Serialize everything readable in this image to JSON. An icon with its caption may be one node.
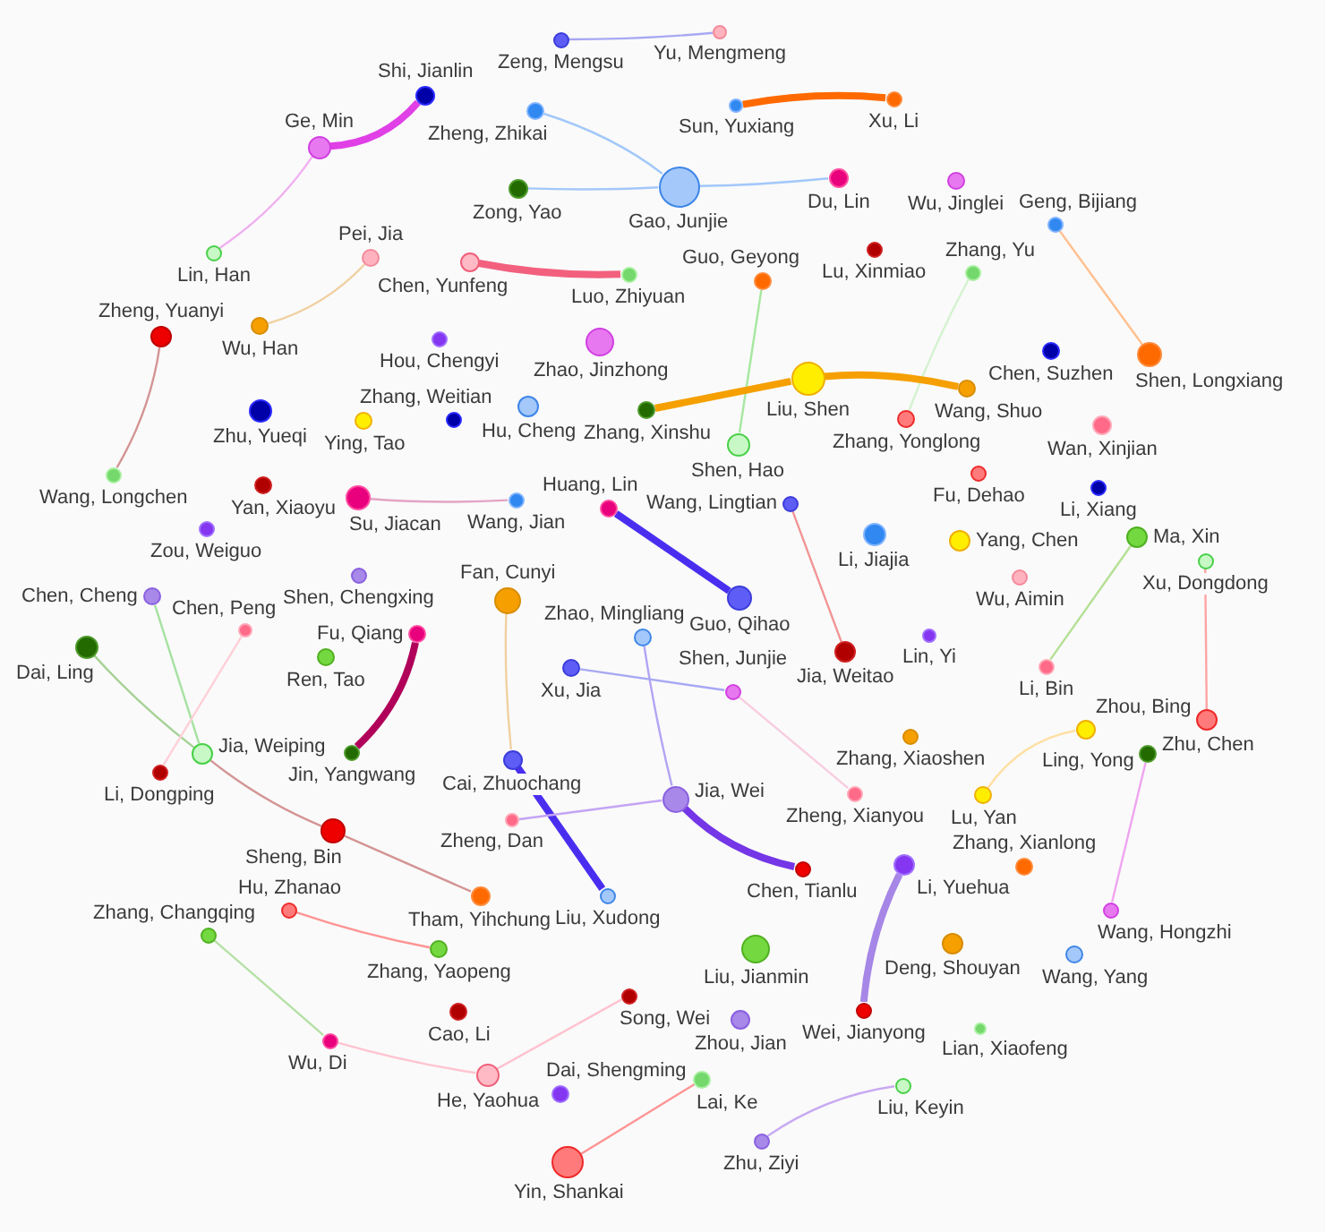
{
  "diagram": {
    "nodes": [
      {
        "text": [
          "Yu, Mengmeng"
        ]
      },
      {
        "text": [
          "Zeng, Mengsu"
        ]
      },
      {
        "text": [
          "Shi, Jianlin"
        ]
      },
      {
        "text": [
          "Xu, Li"
        ]
      },
      {
        "text": [
          "Sun, Yuxiang"
        ]
      },
      {
        "text": [
          "Zheng, Zhikai"
        ]
      },
      {
        "text": [
          "Ge, Min"
        ]
      },
      {
        "text": [
          "Du, Lin"
        ]
      },
      {
        "text": [
          "Wu, Jinglei"
        ]
      },
      {
        "text": [
          "Gao, Junjie"
        ]
      },
      {
        "text": [
          "Zong, Yao"
        ]
      },
      {
        "text": [
          "Geng, Bijiang"
        ]
      },
      {
        "text": [
          "Lu, Xinmiao"
        ]
      },
      {
        "text": [
          "Lin, Han"
        ]
      },
      {
        "text": [
          "Pei, Jia"
        ]
      },
      {
        "text": [
          "Chen, Yunfeng"
        ]
      },
      {
        "text": [
          "Zhang, Yu"
        ]
      },
      {
        "text": [
          "Luo, Zhiyuan"
        ]
      },
      {
        "text": [
          "Guo, Geyong"
        ]
      },
      {
        "text": [
          "Wu, Han"
        ]
      },
      {
        "text": [
          "Zheng, Yuanyi"
        ]
      },
      {
        "text": [
          "Hou, Chengyi"
        ]
      },
      {
        "text": [
          "Zhao, Jinzhong"
        ]
      },
      {
        "text": [
          "Chen, Suzhen"
        ]
      },
      {
        "text": [
          "Shen, Longxiang"
        ]
      },
      {
        "text": [
          "Liu, Shen"
        ]
      },
      {
        "text": [
          "Wang, Shuo"
        ]
      },
      {
        "text": [
          "Hu, Cheng"
        ]
      },
      {
        "text": [
          "Zhu, Yueqi"
        ]
      },
      {
        "text": [
          "Zhang, Xinshu"
        ]
      },
      {
        "text": [
          "Zhang, Weitian"
        ]
      },
      {
        "text": [
          "Zhang, Yonglong"
        ]
      },
      {
        "text": [
          "Ying, Tao"
        ]
      },
      {
        "text": [
          "Wan, Xinjian"
        ]
      },
      {
        "text": [
          "Shen, Hao"
        ]
      },
      {
        "text": [
          "Fu, Dehao"
        ]
      },
      {
        "text": [
          "Wang, Longchen"
        ]
      },
      {
        "text": [
          "Yan, Xiaoyu"
        ]
      },
      {
        "text": [
          "Li, Xiang"
        ]
      },
      {
        "text": [
          "Su, Jiacan"
        ]
      },
      {
        "text": [
          "Wang, Jian"
        ]
      },
      {
        "text": [
          "Wang, Lingtian"
        ]
      },
      {
        "text": [
          "Huang, Lin"
        ]
      },
      {
        "text": [
          "Zou, Weiguo"
        ]
      },
      {
        "text": [
          "Li, Jiajia"
        ]
      },
      {
        "text": [
          "Ma, Xin"
        ]
      },
      {
        "text": [
          "Yang, Chen"
        ]
      },
      {
        "text": [
          "Xu, Dongdong"
        ]
      },
      {
        "text": [
          "Shen, Chengxing"
        ]
      },
      {
        "text": [
          "Wu, Aimin"
        ]
      },
      {
        "text": [
          "Chen, Cheng"
        ]
      },
      {
        "text": [
          "Guo, Qihao"
        ]
      },
      {
        "text": [
          "Fan, Cunyi"
        ]
      },
      {
        "text": [
          "Chen, Peng"
        ]
      },
      {
        "text": [
          "Fu, Qiang"
        ]
      },
      {
        "text": [
          "Lin, Yi"
        ]
      },
      {
        "text": [
          "Zhao, Mingliang"
        ]
      },
      {
        "text": [
          "Dai, Ling"
        ]
      },
      {
        "text": [
          "Jia, Weitao"
        ]
      },
      {
        "text": [
          "Ren, Tao"
        ]
      },
      {
        "text": [
          "Li, Bin"
        ]
      },
      {
        "text": [
          "Xu, Jia"
        ]
      },
      {
        "text": [
          "Shen, Junjie"
        ]
      },
      {
        "text": [
          "Zhu, Chen"
        ]
      },
      {
        "text": [
          "Zhou, Bing"
        ]
      },
      {
        "text": [
          "Zhang, Xiaoshen"
        ]
      },
      {
        "text": [
          "Jin, Yangwang"
        ]
      },
      {
        "text": [
          "Jia, Weiping"
        ]
      },
      {
        "text": [
          "Ling, Yong"
        ]
      },
      {
        "text": [
          "Cai, Zhuochang"
        ]
      },
      {
        "text": [
          "Li, Dongping"
        ]
      },
      {
        "text": [
          "Zheng, Xianyou"
        ]
      },
      {
        "text": [
          "Lu, Yan"
        ]
      },
      {
        "text": [
          "Jia, Wei"
        ]
      },
      {
        "text": [
          "Zheng, Dan"
        ]
      },
      {
        "text": [
          "Sheng, Bin"
        ]
      },
      {
        "text": [
          "Li, Yuehua"
        ]
      },
      {
        "text": [
          "Zhang, Xianlong"
        ]
      },
      {
        "text": [
          "Chen, Tianlu"
        ]
      },
      {
        "text": [
          "Tham, Yihchung"
        ]
      },
      {
        "text": [
          "Liu, Xudong"
        ]
      },
      {
        "text": [
          "Wang, Hongzhi"
        ]
      },
      {
        "text": [
          "Hu, Zhanao"
        ]
      },
      {
        "text": [
          "Zhang, Changqing"
        ]
      },
      {
        "text": [
          "Deng, Shouyan"
        ]
      },
      {
        "text": [
          "Zhang, Yaopeng"
        ]
      },
      {
        "text": [
          "Liu, Jianmin"
        ]
      },
      {
        "text": [
          "Wang, Yang"
        ]
      },
      {
        "text": [
          "Song, Wei"
        ]
      },
      {
        "text": [
          "Wei, Jianyong"
        ]
      },
      {
        "text": [
          "Cao, Li"
        ]
      },
      {
        "text": [
          "Zhou, Jian"
        ]
      },
      {
        "text": [
          "Lian, Xiaofeng"
        ]
      },
      {
        "text": [
          "Wu, Di"
        ]
      },
      {
        "text": [
          "He, Yaohua"
        ]
      },
      {
        "text": [
          "Lai, Ke"
        ]
      },
      {
        "text": [
          "Liu, Keyin"
        ]
      },
      {
        "text": [
          "Dai, Shengming"
        ]
      },
      {
        "text": [
          "Zhu, Ziyi"
        ]
      },
      {
        "text": [
          "Yin, Shankai"
        ]
      }
    ],
    "edges": [
      {
        "from": 1,
        "to": 0,
        "arrow": "none",
        "color": "#a8a8f4"
      },
      {
        "from": 2,
        "to": 6,
        "arrow": "none",
        "style": "thick",
        "color": "#e040e6"
      },
      {
        "from": 6,
        "to": 13,
        "arrow": "none",
        "color": "#f0b0f0"
      },
      {
        "from": 4,
        "to": 3,
        "arrow": "none",
        "style": "thick",
        "color": "#ff6a00"
      },
      {
        "from": 5,
        "to": 9,
        "arrow": "none",
        "color": "#a2c8fa"
      },
      {
        "from": 10,
        "to": 9,
        "arrow": "none",
        "color": "#a2c8fa"
      },
      {
        "from": 9,
        "to": 7,
        "arrow": "none",
        "color": "#a2c8fa"
      },
      {
        "from": 14,
        "to": 19,
        "arrow": "none",
        "color": "#f0d0a0"
      },
      {
        "from": 15,
        "to": 17,
        "arrow": "none",
        "style": "thick",
        "color": "#f2607e"
      },
      {
        "from": 11,
        "to": 24,
        "arrow": "none",
        "color": "#ffc090"
      },
      {
        "from": 16,
        "to": 31,
        "arrow": "none",
        "color": "#d4f2d0"
      },
      {
        "from": 18,
        "to": 34,
        "arrow": "none",
        "color": "#a6e8a0"
      },
      {
        "from": 20,
        "to": 36,
        "arrow": "none",
        "color": "#d49494"
      },
      {
        "from": 29,
        "to": 25,
        "arrow": "none",
        "style": "thick",
        "color": "#f5a000"
      },
      {
        "from": 25,
        "to": 26,
        "arrow": "none",
        "style": "thick",
        "color": "#f5a000"
      },
      {
        "from": 39,
        "to": 40,
        "arrow": "none",
        "color": "#e4a4c4"
      },
      {
        "from": 42,
        "to": 51,
        "arrow": "none",
        "style": "thick",
        "color": "#4a2ef0"
      },
      {
        "from": 41,
        "to": 58,
        "arrow": "none",
        "color": "#f29494"
      },
      {
        "from": 45,
        "to": 60,
        "arrow": "none",
        "color": "#b4e094"
      },
      {
        "from": 47,
        "to": 63,
        "arrow": "none",
        "color": "#ffa4a4"
      },
      {
        "from": 50,
        "to": 67,
        "arrow": "none",
        "color": "#a6e2a0"
      },
      {
        "from": 57,
        "to": 67,
        "arrow": "none",
        "color": "#a6d296"
      },
      {
        "from": 53,
        "to": 70,
        "arrow": "none",
        "color": "#ffd0d8"
      },
      {
        "from": 54,
        "to": 66,
        "arrow": "none",
        "style": "thick",
        "color": "#b0005a"
      },
      {
        "from": 52,
        "to": 69,
        "arrow": "none",
        "color": "#f0d0a0"
      },
      {
        "from": 56,
        "to": 73,
        "arrow": "none",
        "color": "#b4a4f4"
      },
      {
        "from": 61,
        "to": 62,
        "arrow": "none",
        "color": "#a8a8f4"
      },
      {
        "from": 62,
        "to": 71,
        "arrow": "none",
        "color": "#f8cce0"
      },
      {
        "from": 64,
        "to": 72,
        "arrow": "none",
        "color": "#ffe0a4"
      },
      {
        "from": 68,
        "to": 81,
        "arrow": "none",
        "color": "#f0a4f0"
      },
      {
        "from": 67,
        "to": 75,
        "arrow": "none",
        "color": "#d49494"
      },
      {
        "from": 69,
        "to": 80,
        "arrow": "none",
        "style": "thick",
        "color": "#4a2ef0"
      },
      {
        "from": 74,
        "to": 73,
        "arrow": "none",
        "color": "#c4a4f4"
      },
      {
        "from": 73,
        "to": 78,
        "arrow": "none",
        "style": "thick",
        "color": "#7436e6"
      },
      {
        "from": 75,
        "to": 79,
        "arrow": "none",
        "color": "#d49494"
      },
      {
        "from": 76,
        "to": 89,
        "arrow": "none",
        "style": "thick",
        "color": "#a686e6"
      },
      {
        "from": 82,
        "to": 85,
        "arrow": "none",
        "color": "#ff9494"
      },
      {
        "from": 83,
        "to": 93,
        "arrow": "none",
        "color": "#b4e0a4"
      },
      {
        "from": 93,
        "to": 94,
        "arrow": "none",
        "color": "#ffc4d0"
      },
      {
        "from": 94,
        "to": 88,
        "arrow": "none",
        "color": "#ffc4d0"
      },
      {
        "from": 99,
        "to": 95,
        "arrow": "none",
        "color": "#ff9494"
      },
      {
        "from": 98,
        "to": 96,
        "arrow": "none",
        "color": "#c8aaf2"
      }
    ]
  }
}
